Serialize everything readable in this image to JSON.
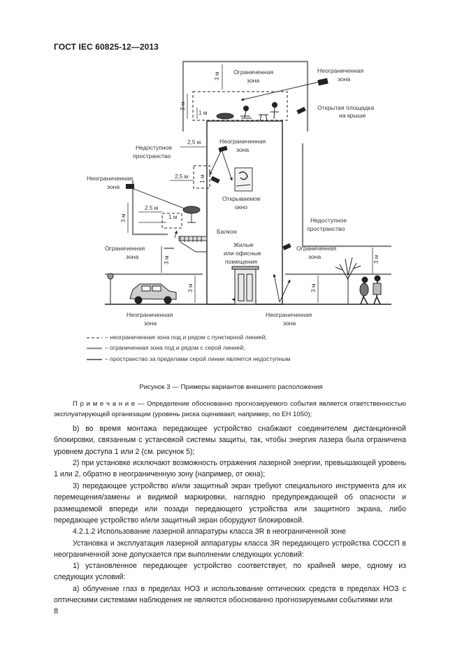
{
  "header": {
    "title": "ГОСТ IEC 60825-12—2013"
  },
  "figure": {
    "labels": {
      "restricted_top": [
        "Ограниченная",
        "зона"
      ],
      "unrestricted_top_right": [
        "Неограниченная",
        "зона"
      ],
      "roof_platform": [
        "Открытая площадка",
        "на крыше"
      ],
      "unreachable_left": [
        "Недоступное",
        "пространство"
      ],
      "unrestricted_mid": [
        "Неограниченная",
        "зона"
      ],
      "unrestricted_left": [
        "Неограниченная",
        "зона"
      ],
      "window": [
        "Открываемое",
        "окно"
      ],
      "balcony": "Балкон",
      "unreachable_right": [
        "Недоступное",
        "пространство"
      ],
      "restricted_left": [
        "Ограниченная",
        "зона"
      ],
      "living": [
        "Жилые",
        "или офисные",
        "помещения"
      ],
      "restricted_right": [
        "Ограниченная",
        "зона"
      ],
      "unrestricted_bottom_left": [
        "Неограниченная",
        "зона"
      ],
      "unrestricted_bottom_mid": [
        "Неограниченная",
        "зона"
      ]
    },
    "dims": {
      "three_m": "3 м",
      "one_m": "1 м",
      "two_five_m": "2,5 м",
      "two_five_m_alt": "2.5 м"
    }
  },
  "legend": [
    "– неограниченная зона под и рядом с пунктирной линией;",
    "– ограниченная зона под и рядом с серой линией;",
    "– пространство за пределами серой линии является недоступным"
  ],
  "caption": "Рисунок 3 — Примеры вариантов внешнего расположения",
  "note": {
    "label": "П р и м е ч а н и е",
    "text": " — Определение обоснованно прогнозируемого события является ответственностью эксплуатирующей организации (уровень риска оценивают, например, по ЕН 1050);"
  },
  "paragraphs": [
    "b) во время монтажа передающее устройство снабжают соединителем дистанционной блокировки, связанным с установкой системы защиты, так, чтобы энергия лазера была ограничена уровнем доступа 1 или 2 (см. рисунок 5);",
    "2) при установке исключают возможность отражения лазерной энергии, превышающей уровень 1 или 2, обратно в неограниченную зону (например, от окна);",
    "3) передающее устройство и/или защитный экран требуют специального инструмента для их перемещения/замены и видимой маркировки, наглядно предупреждающей об опасности и размещаемой впереди или позади передающего устройства или защитного экрана, либо передающее устройство и/или защитный экран оборудуют блокировкой.",
    "4.2.1.2  Использование лазерной аппаратуры класса 3R в неограниченной зоне",
    "Установка и эксплуатация лазерной аппаратуры класса 3R передающего устройства СОССП в неограниченной зоне допускается при выполнении следующих условий:",
    "1) установленное передающее устройство соответствует, по крайней мере, одному из следующих условий:",
    "a) облучение глаз в пределах НОЗ и использование оптических средств в пределах НОЗ с оптическими системами наблюдения не являются обоснованно прогнозируемыми событиями или"
  ],
  "page_number": "8"
}
